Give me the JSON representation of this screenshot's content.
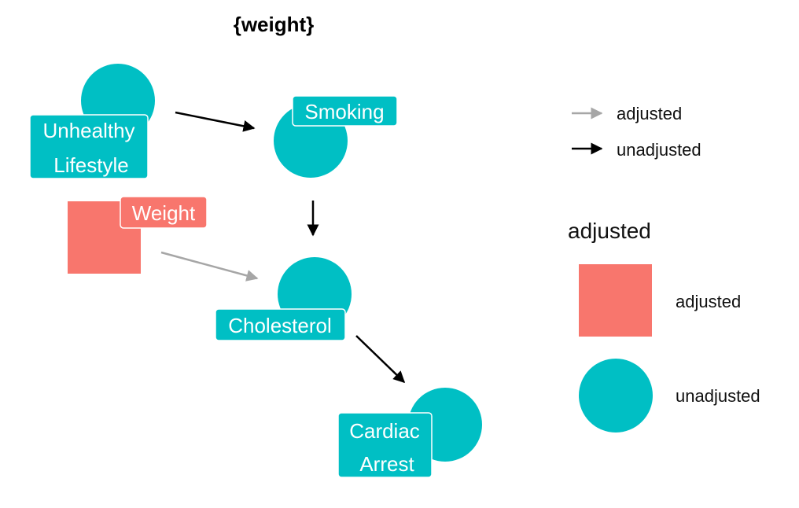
{
  "title": "{weight}",
  "colors": {
    "adjusted": "#F8766D",
    "unadjusted": "#00BFC4",
    "edge_adjusted": "#A6A6A6",
    "edge_unadjusted": "#000000",
    "label_text": "#FFFFFF"
  },
  "nodes": {
    "unhealthy_lifestyle": {
      "label_line1": "Unhealthy",
      "label_line2": "Lifestyle",
      "status": "unadjusted",
      "shape": "circle"
    },
    "smoking": {
      "label": "Smoking",
      "status": "unadjusted",
      "shape": "circle"
    },
    "weight": {
      "label": "Weight",
      "status": "adjusted",
      "shape": "square"
    },
    "cholesterol": {
      "label": "Cholesterol",
      "status": "unadjusted",
      "shape": "circle"
    },
    "cardiac_arrest": {
      "label_line1": "Cardiac",
      "label_line2": "Arrest",
      "status": "unadjusted",
      "shape": "circle"
    }
  },
  "edges": [
    {
      "from": "Unhealthy Lifestyle",
      "to": "Smoking",
      "status": "unadjusted"
    },
    {
      "from": "Smoking",
      "to": "Cholesterol",
      "status": "unadjusted"
    },
    {
      "from": "Weight",
      "to": "Cholesterol",
      "status": "adjusted"
    },
    {
      "from": "Cholesterol",
      "to": "Cardiac Arrest",
      "status": "unadjusted"
    }
  ],
  "legend": {
    "edges": {
      "adjusted_label": "adjusted",
      "unadjusted_label": "unadjusted"
    },
    "nodes": {
      "title": "adjusted",
      "adjusted_label": "adjusted",
      "unadjusted_label": "unadjusted"
    }
  }
}
